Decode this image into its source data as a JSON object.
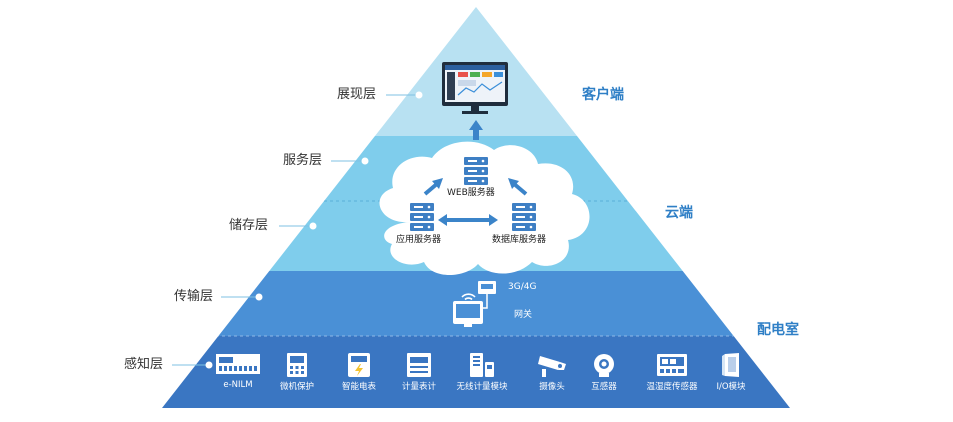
{
  "layers": {
    "presentation": "展现层",
    "service": "服务层",
    "storage": "储存层",
    "transport": "传输层",
    "perception": "感知层"
  },
  "zones": {
    "client": "客户端",
    "cloud": "云端",
    "distribution_room": "配电室"
  },
  "servers": {
    "web": "WEB服务器",
    "app": "应用服务器",
    "database": "数据库服务器"
  },
  "gateway": {
    "network": "3G/4G",
    "label": "网关"
  },
  "devices": [
    {
      "label": "e-NILM",
      "icon": "e-nilm-icon"
    },
    {
      "label": "微机保护",
      "icon": "microcomputer-protection-icon"
    },
    {
      "label": "智能电表",
      "icon": "smart-meter-icon"
    },
    {
      "label": "计量表计",
      "icon": "metering-meter-icon"
    },
    {
      "label": "无线计量模块",
      "icon": "wireless-metering-module-icon"
    },
    {
      "label": "摄像头",
      "icon": "camera-icon"
    },
    {
      "label": "互感器",
      "icon": "transformer-icon"
    },
    {
      "label": "温湿度传感器",
      "icon": "temperature-humidity-sensor-icon"
    },
    {
      "label": "I/O模块",
      "icon": "io-module-icon"
    }
  ],
  "colors": {
    "client_band": "#b8e1f2",
    "cloud_band": "#7fcdec",
    "gateway_band": "#4a90d6",
    "device_band": "#3a76c2",
    "zone_text": "#2f7fc6",
    "arrow": "#3b84c9"
  }
}
